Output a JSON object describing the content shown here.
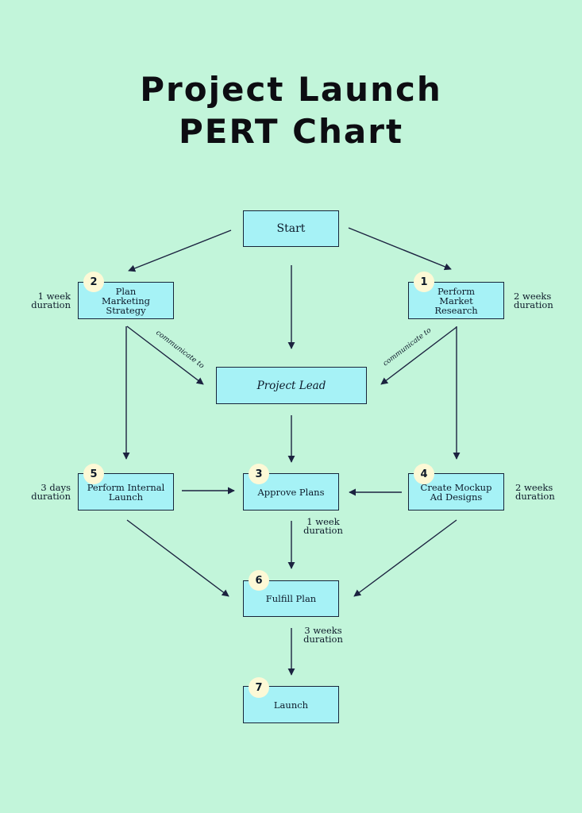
{
  "title": {
    "line1": "Project Launch",
    "line2": "PERT Chart"
  },
  "nodes": {
    "start": {
      "label": "Start"
    },
    "plan_marketing": {
      "number": "2",
      "label": "Plan\nMarketing\nStrategy"
    },
    "market_research": {
      "number": "1",
      "label": "Perform\nMarket\nResearch"
    },
    "project_lead": {
      "label": "Project Lead"
    },
    "internal_launch": {
      "number": "5",
      "label": "Perform Internal\nLaunch"
    },
    "approve_plans": {
      "number": "3",
      "label": "Approve Plans"
    },
    "mockup_ads": {
      "number": "4",
      "label": "Create Mockup\nAd Designs"
    },
    "fulfill_plan": {
      "number": "6",
      "label": "Fulfill Plan"
    },
    "launch": {
      "number": "7",
      "label": "Launch"
    }
  },
  "durations": {
    "plan_marketing": "1 week\nduration",
    "market_research": "2 weeks\nduration",
    "internal_launch": "3 days\nduration",
    "mockup_ads": "2 weeks\nduration",
    "approve_to_fulfill": "1 week\nduration",
    "fulfill_to_launch": "3 weeks\nduration"
  },
  "edge_labels": {
    "left_communicate": "communicate to",
    "right_communicate": "communicate to"
  },
  "colors": {
    "background": "#c2f5da",
    "node_fill": "#a6f2f6",
    "node_border": "#16243a",
    "badge_fill": "#fdf9d6",
    "arrow": "#1c2340"
  }
}
